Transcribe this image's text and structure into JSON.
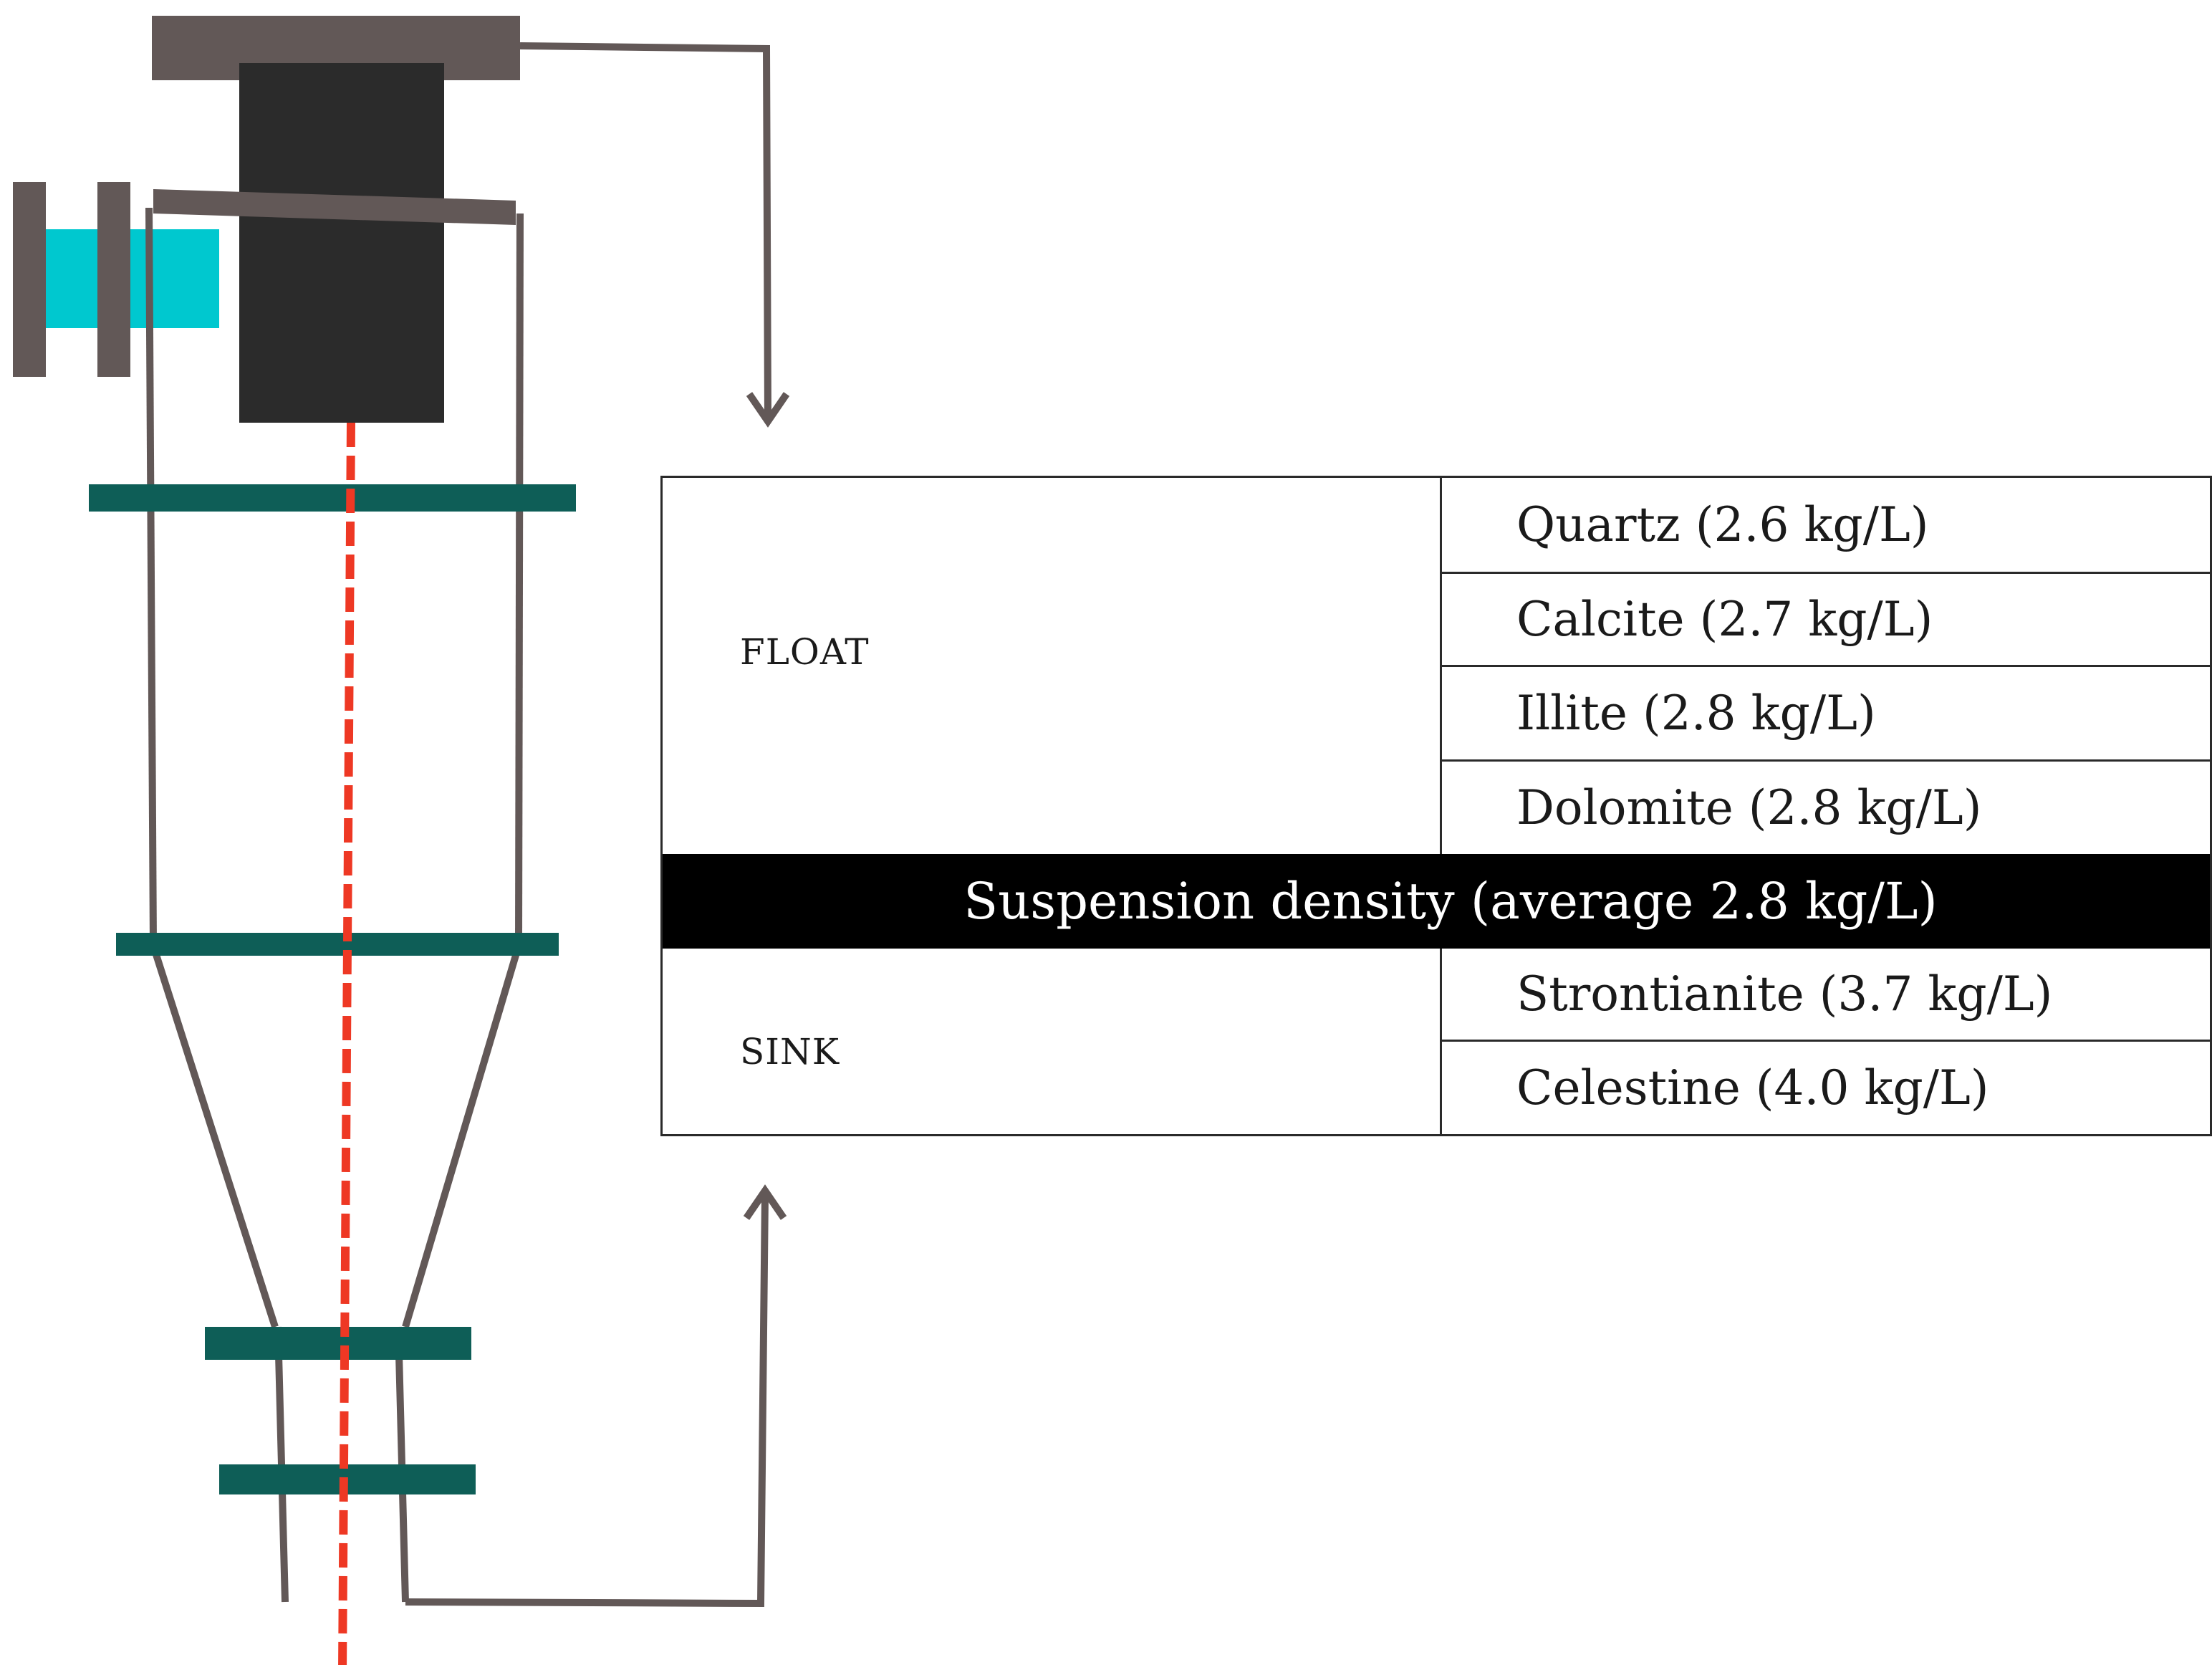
{
  "table": {
    "float_label": "FLOAT",
    "sink_label": "SINK",
    "float_minerals": [
      "Quartz (2.6 kg/L)",
      "Calcite (2.7 kg/L)",
      "Illite (2.8 kg/L)",
      "Dolomite (2.8 kg/L)"
    ],
    "suspension_label": "Suspension density (average 2.8 kg/L)",
    "sink_minerals": [
      "Strontianite (3.7 kg/L)",
      "Celestine (4.0 kg/L)"
    ]
  },
  "colors": {
    "frame": "#625857",
    "motor": "#2b2b2b",
    "inlet": "#00c8cf",
    "clamp": "#0e5e57",
    "axis": "#ee3824",
    "band": "#000000"
  }
}
